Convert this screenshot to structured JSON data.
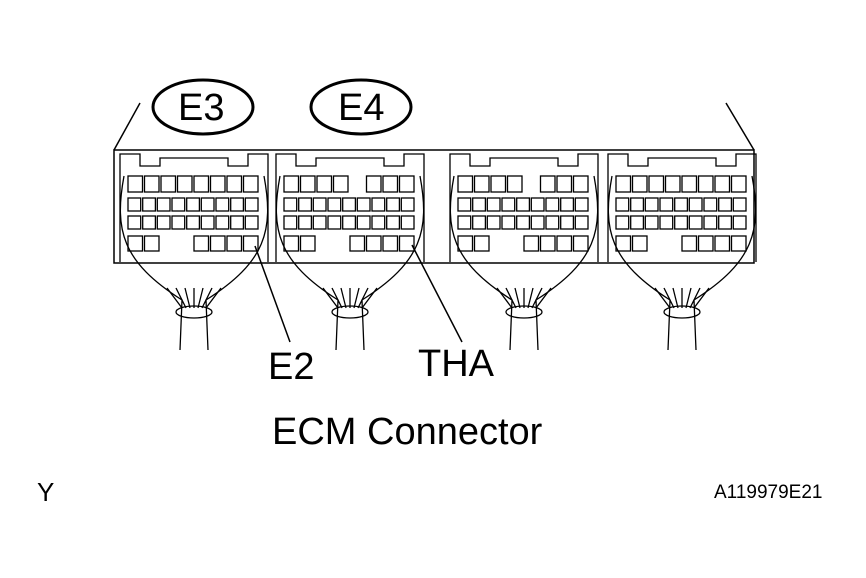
{
  "diagram": {
    "title": "ECM Connector",
    "connectors": [
      {
        "id": "E3",
        "label": "E3"
      },
      {
        "id": "E4",
        "label": "E4"
      }
    ],
    "terminals": [
      {
        "name": "E2",
        "connector": "E3"
      },
      {
        "name": "THA",
        "connector": "E4"
      }
    ],
    "corner_mark": "Y",
    "figure_code": "A119979E21"
  },
  "colors": {
    "stroke": "#000000",
    "background": "#ffffff"
  }
}
